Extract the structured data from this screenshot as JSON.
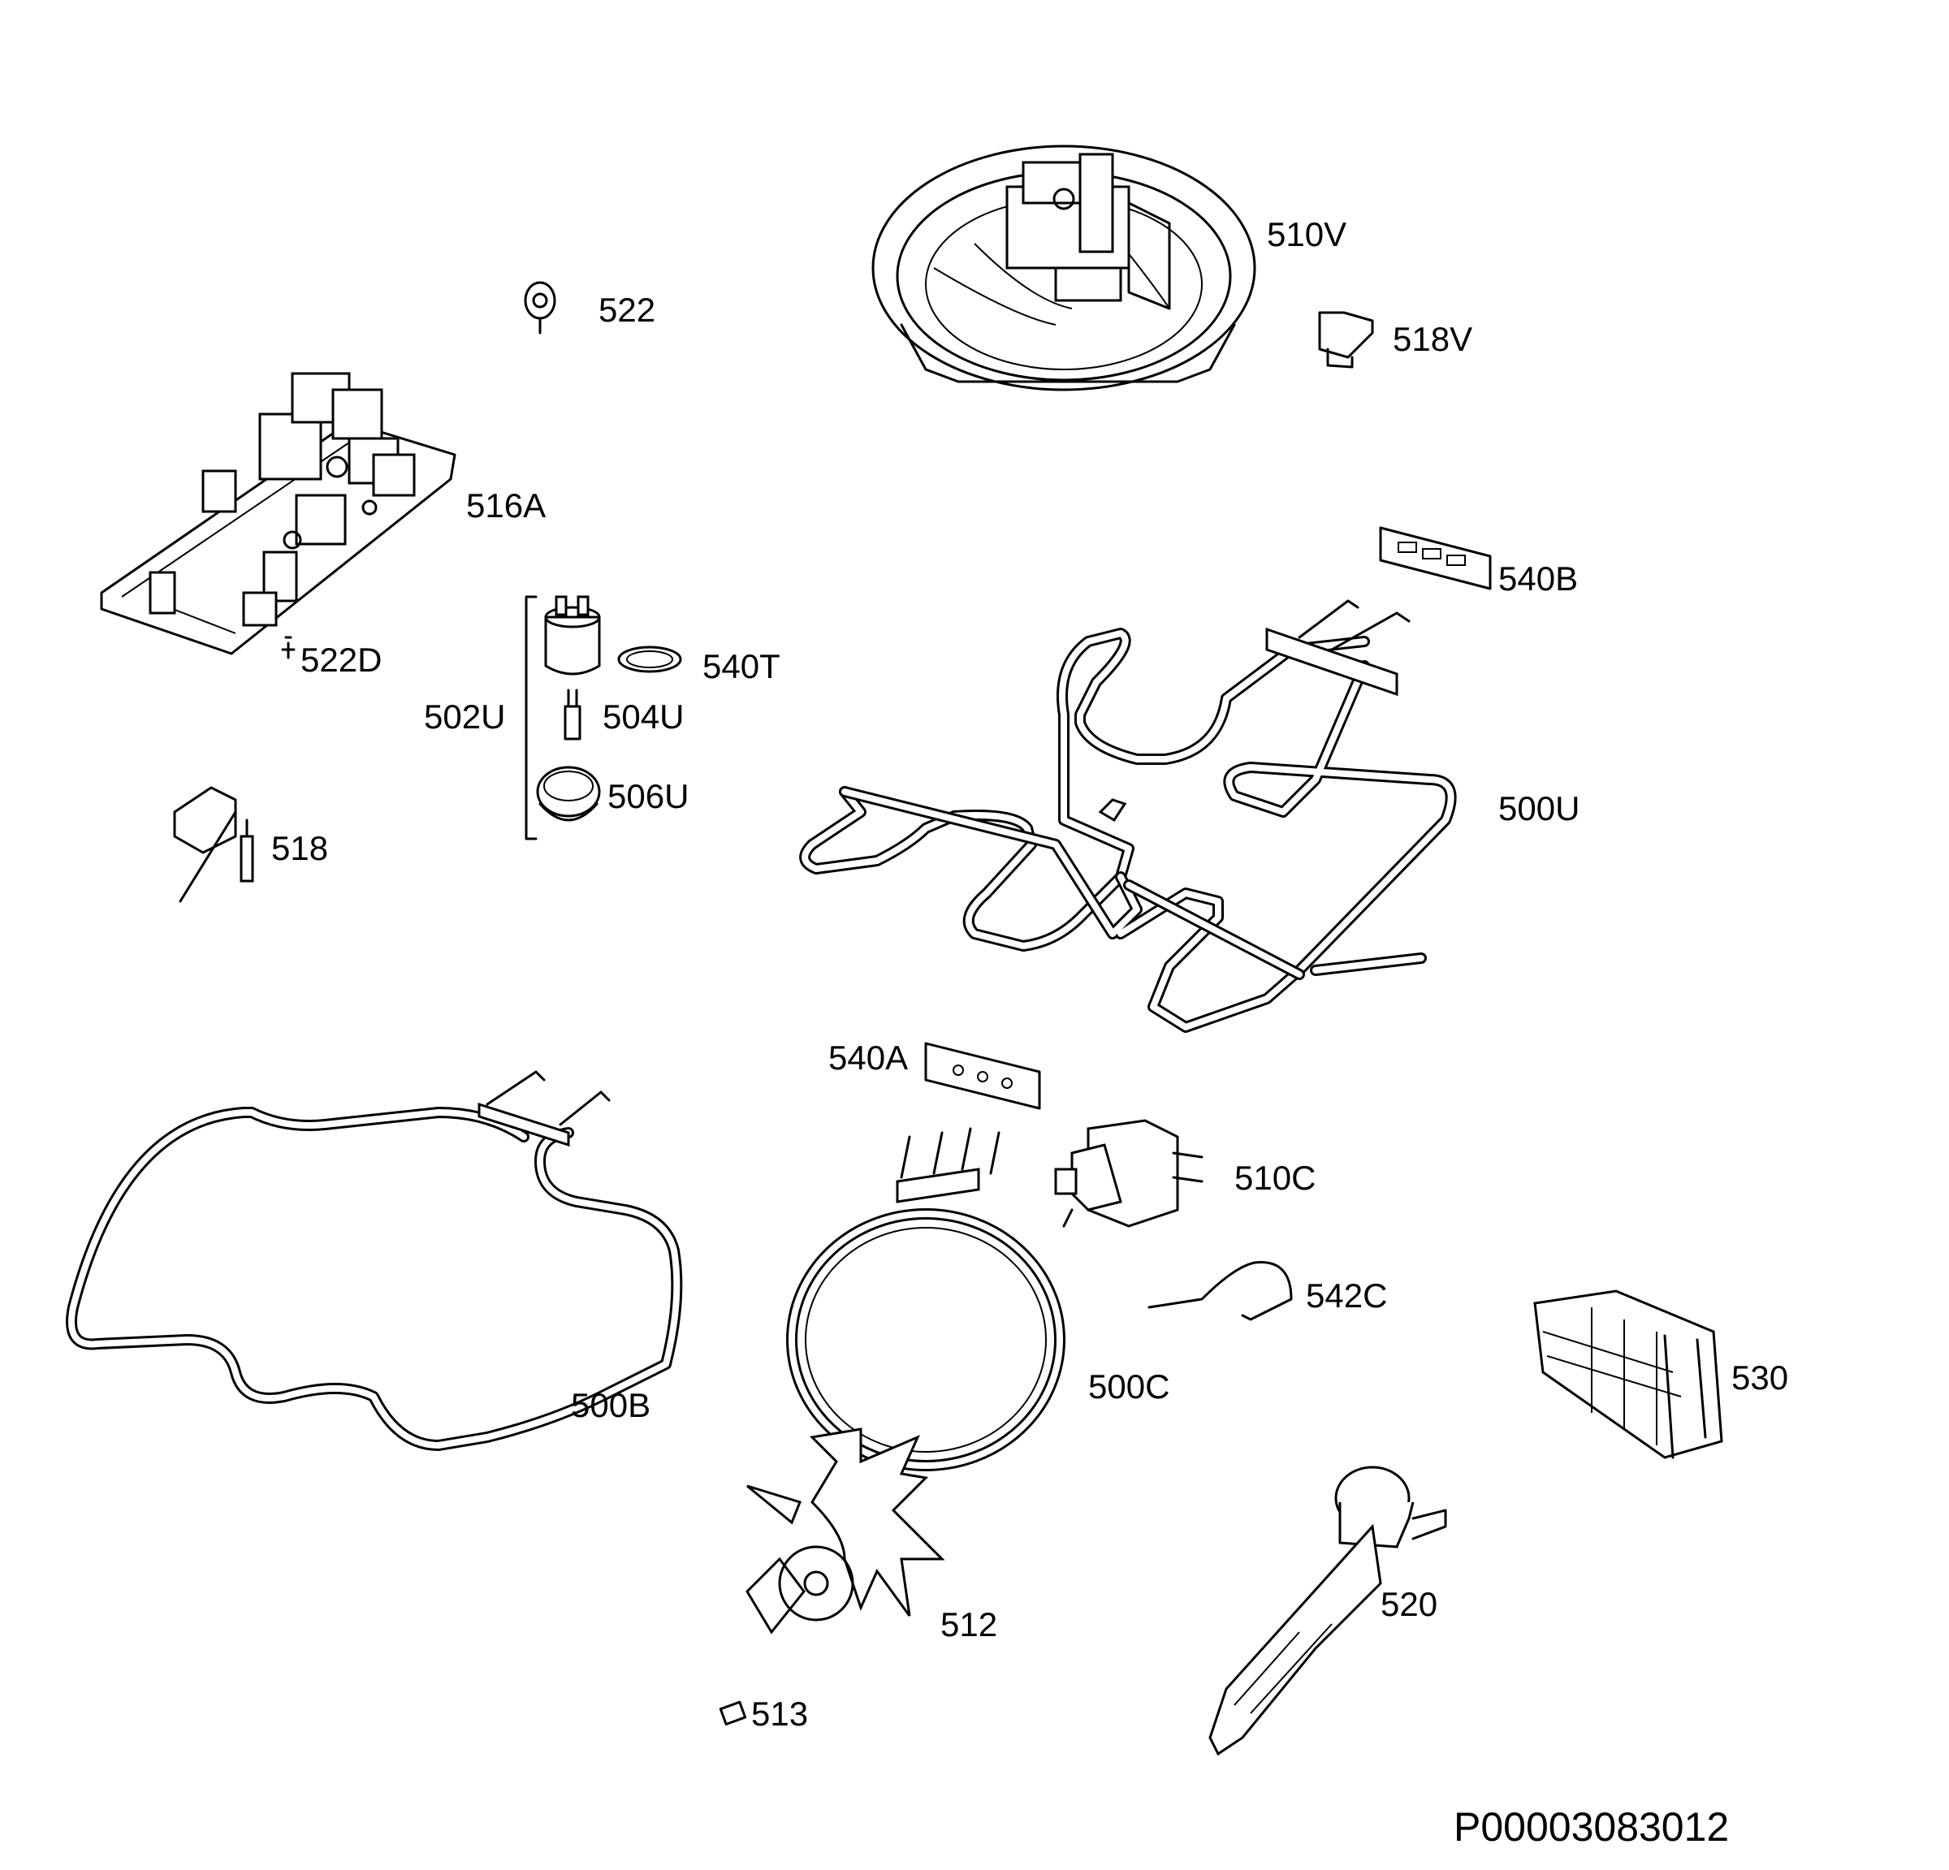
{
  "diagram": {
    "part_labels": {
      "p510V": "510V",
      "p522": "522",
      "p518V": "518V",
      "p516A": "516A",
      "p540B": "540B",
      "p540T": "540T",
      "p522D": "522D",
      "p502U": "502U",
      "p504U": "504U",
      "p506U": "506U",
      "p500U": "500U",
      "p518": "518",
      "p540A": "540A",
      "p510C": "510C",
      "p542C": "542C",
      "p530": "530",
      "p500B": "500B",
      "p500C": "500C",
      "p512": "512",
      "p520": "520",
      "p513": "513"
    },
    "drawing_code": "P00003083012"
  }
}
